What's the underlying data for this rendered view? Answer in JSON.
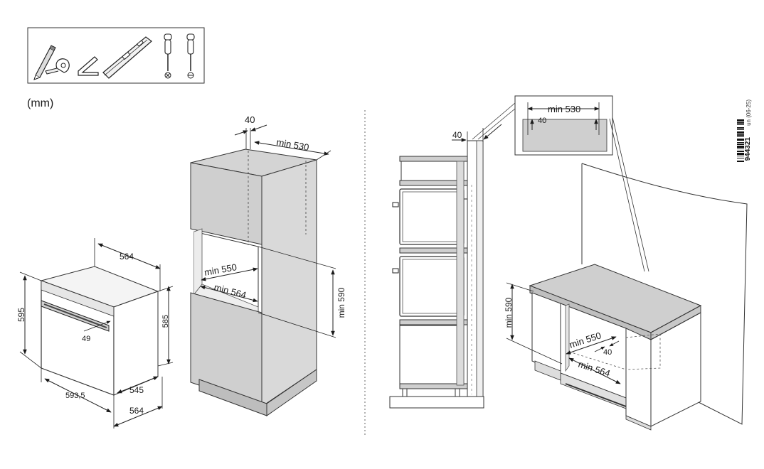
{
  "units": "(mm)",
  "document_code": "un (06-25)",
  "barcode_number": "944321",
  "tools": [
    "pencil-icon",
    "tape-measure-icon",
    "hex-key-icon",
    "spirit-level-icon",
    "phillips-screwdriver-icon",
    "flathead-screwdriver-icon"
  ],
  "oven": {
    "height": "595",
    "depth_top": "564",
    "body_height": "585",
    "handle_offset": "49",
    "width": "593,5",
    "body_depth": "545",
    "total_depth": "564"
  },
  "tall_cabinet": {
    "rear_gap": "40",
    "top_depth": "min 530",
    "niche_depth": "min 550",
    "niche_width": "min 564",
    "niche_height": "min 590"
  },
  "side_view": {
    "rear_gap": "40"
  },
  "undercounter": {
    "detail_width": "min 530",
    "detail_gap": "40",
    "niche_height": "min 590",
    "niche_depth": "min 550",
    "rear_gap": "40",
    "niche_width": "min 564"
  }
}
